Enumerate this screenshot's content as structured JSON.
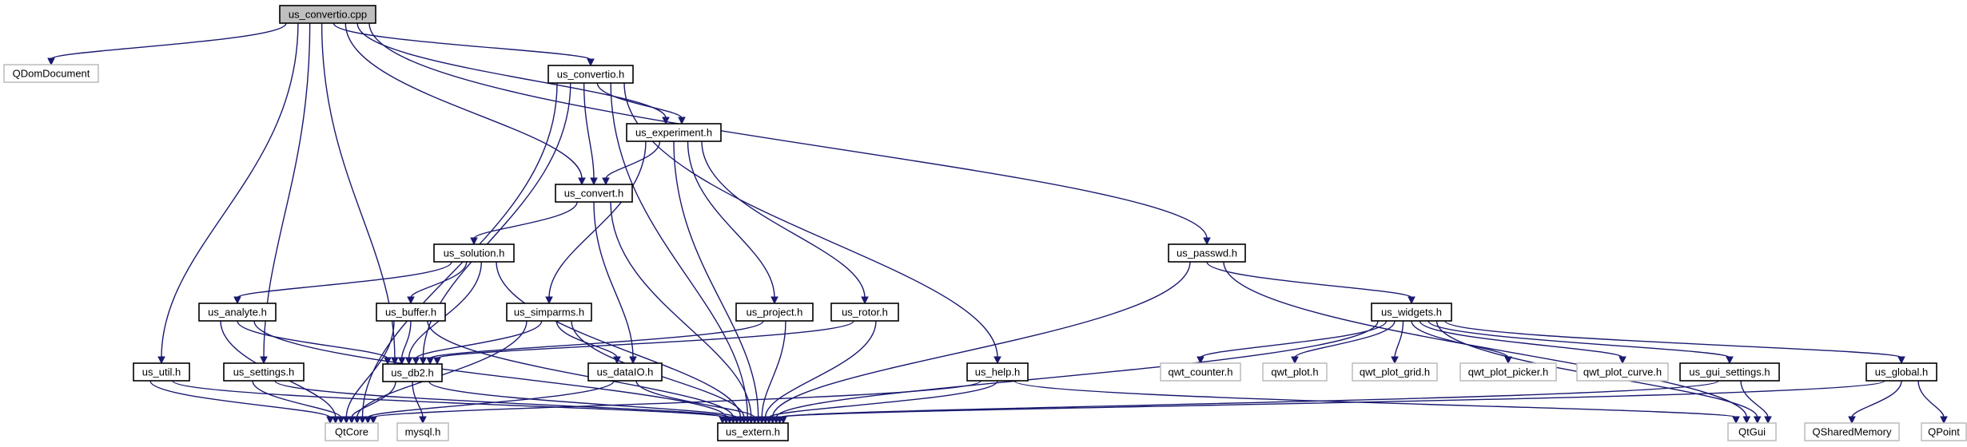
{
  "graph": {
    "edge_color": "#191970",
    "nodes": [
      {
        "id": "us_convertio.cpp",
        "label": "us_convertio.cpp",
        "kind": "root"
      },
      {
        "id": "QDomDocument",
        "label": "QDomDocument",
        "kind": "ext"
      },
      {
        "id": "us_convertio.h",
        "label": "us_convertio.h",
        "kind": "doc"
      },
      {
        "id": "us_experiment.h",
        "label": "us_experiment.h",
        "kind": "doc"
      },
      {
        "id": "us_convert.h",
        "label": "us_convert.h",
        "kind": "doc"
      },
      {
        "id": "us_solution.h",
        "label": "us_solution.h",
        "kind": "doc"
      },
      {
        "id": "us_analyte.h",
        "label": "us_analyte.h",
        "kind": "doc"
      },
      {
        "id": "us_buffer.h",
        "label": "us_buffer.h",
        "kind": "doc"
      },
      {
        "id": "us_simparms.h",
        "label": "us_simparms.h",
        "kind": "doc"
      },
      {
        "id": "us_project.h",
        "label": "us_project.h",
        "kind": "doc"
      },
      {
        "id": "us_rotor.h",
        "label": "us_rotor.h",
        "kind": "doc"
      },
      {
        "id": "us_util.h",
        "label": "us_util.h",
        "kind": "doc"
      },
      {
        "id": "us_settings.h",
        "label": "us_settings.h",
        "kind": "doc"
      },
      {
        "id": "us_db2.h",
        "label": "us_db2.h",
        "kind": "doc"
      },
      {
        "id": "us_dataIO.h",
        "label": "us_dataIO.h",
        "kind": "doc"
      },
      {
        "id": "us_help.h",
        "label": "us_help.h",
        "kind": "doc"
      },
      {
        "id": "QtCore",
        "label": "QtCore",
        "kind": "ext"
      },
      {
        "id": "mysql.h",
        "label": "mysql.h",
        "kind": "ext"
      },
      {
        "id": "us_extern.h",
        "label": "us_extern.h",
        "kind": "doc"
      },
      {
        "id": "us_passwd.h",
        "label": "us_passwd.h",
        "kind": "doc"
      },
      {
        "id": "us_widgets.h",
        "label": "us_widgets.h",
        "kind": "doc"
      },
      {
        "id": "qwt_counter.h",
        "label": "qwt_counter.h",
        "kind": "ext"
      },
      {
        "id": "qwt_plot.h",
        "label": "qwt_plot.h",
        "kind": "ext"
      },
      {
        "id": "qwt_plot_grid.h",
        "label": "qwt_plot_grid.h",
        "kind": "ext"
      },
      {
        "id": "qwt_plot_picker.h",
        "label": "qwt_plot_picker.h",
        "kind": "ext"
      },
      {
        "id": "qwt_plot_curve.h",
        "label": "qwt_plot_curve.h",
        "kind": "ext"
      },
      {
        "id": "us_gui_settings.h",
        "label": "us_gui_settings.h",
        "kind": "doc"
      },
      {
        "id": "us_global.h",
        "label": "us_global.h",
        "kind": "doc"
      },
      {
        "id": "QtGui",
        "label": "QtGui",
        "kind": "ext"
      },
      {
        "id": "QSharedMemory",
        "label": "QSharedMemory",
        "kind": "ext"
      },
      {
        "id": "QPoint",
        "label": "QPoint",
        "kind": "ext"
      }
    ],
    "edges": [
      [
        "us_convertio.cpp",
        "QDomDocument"
      ],
      [
        "us_convertio.cpp",
        "us_convertio.h"
      ],
      [
        "us_convertio.cpp",
        "us_experiment.h"
      ],
      [
        "us_convertio.cpp",
        "us_convert.h"
      ],
      [
        "us_convertio.cpp",
        "us_util.h"
      ],
      [
        "us_convertio.cpp",
        "us_settings.h"
      ],
      [
        "us_convertio.cpp",
        "us_db2.h"
      ],
      [
        "us_convertio.cpp",
        "us_passwd.h"
      ],
      [
        "us_convertio.h",
        "us_experiment.h"
      ],
      [
        "us_convertio.h",
        "us_convert.h"
      ],
      [
        "us_convertio.h",
        "QtCore"
      ],
      [
        "us_convertio.h",
        "us_db2.h"
      ],
      [
        "us_convertio.h",
        "us_help.h"
      ],
      [
        "us_convertio.h",
        "us_extern.h"
      ],
      [
        "us_experiment.h",
        "us_convert.h"
      ],
      [
        "us_experiment.h",
        "us_simparms.h"
      ],
      [
        "us_experiment.h",
        "us_project.h"
      ],
      [
        "us_experiment.h",
        "us_rotor.h"
      ],
      [
        "us_experiment.h",
        "us_extern.h"
      ],
      [
        "us_convert.h",
        "us_solution.h"
      ],
      [
        "us_convert.h",
        "us_dataIO.h"
      ],
      [
        "us_convert.h",
        "us_extern.h"
      ],
      [
        "us_solution.h",
        "us_analyte.h"
      ],
      [
        "us_solution.h",
        "us_buffer.h"
      ],
      [
        "us_solution.h",
        "us_db2.h"
      ],
      [
        "us_solution.h",
        "us_extern.h"
      ],
      [
        "us_analyte.h",
        "us_db2.h"
      ],
      [
        "us_analyte.h",
        "QtCore"
      ],
      [
        "us_analyte.h",
        "us_extern.h"
      ],
      [
        "us_buffer.h",
        "us_db2.h"
      ],
      [
        "us_buffer.h",
        "QtCore"
      ],
      [
        "us_buffer.h",
        "us_extern.h"
      ],
      [
        "us_simparms.h",
        "us_db2.h"
      ],
      [
        "us_simparms.h",
        "us_dataIO.h"
      ],
      [
        "us_simparms.h",
        "QtCore"
      ],
      [
        "us_simparms.h",
        "us_extern.h"
      ],
      [
        "us_project.h",
        "us_db2.h"
      ],
      [
        "us_project.h",
        "us_extern.h"
      ],
      [
        "us_rotor.h",
        "us_db2.h"
      ],
      [
        "us_rotor.h",
        "us_extern.h"
      ],
      [
        "us_util.h",
        "QtCore"
      ],
      [
        "us_util.h",
        "us_extern.h"
      ],
      [
        "us_settings.h",
        "QtCore"
      ],
      [
        "us_settings.h",
        "us_extern.h"
      ],
      [
        "us_db2.h",
        "QtCore"
      ],
      [
        "us_db2.h",
        "mysql.h"
      ],
      [
        "us_db2.h",
        "us_extern.h"
      ],
      [
        "us_dataIO.h",
        "QtCore"
      ],
      [
        "us_dataIO.h",
        "us_extern.h"
      ],
      [
        "us_help.h",
        "QtCore"
      ],
      [
        "us_help.h",
        "QtGui"
      ],
      [
        "us_help.h",
        "us_extern.h"
      ],
      [
        "us_passwd.h",
        "us_widgets.h"
      ],
      [
        "us_passwd.h",
        "QtGui"
      ],
      [
        "us_passwd.h",
        "us_extern.h"
      ],
      [
        "us_widgets.h",
        "qwt_counter.h"
      ],
      [
        "us_widgets.h",
        "qwt_plot.h"
      ],
      [
        "us_widgets.h",
        "qwt_plot_grid.h"
      ],
      [
        "us_widgets.h",
        "qwt_plot_picker.h"
      ],
      [
        "us_widgets.h",
        "qwt_plot_curve.h"
      ],
      [
        "us_widgets.h",
        "us_gui_settings.h"
      ],
      [
        "us_widgets.h",
        "us_global.h"
      ],
      [
        "us_widgets.h",
        "QtGui"
      ],
      [
        "us_widgets.h",
        "us_extern.h"
      ],
      [
        "us_gui_settings.h",
        "QtGui"
      ],
      [
        "us_gui_settings.h",
        "us_extern.h"
      ],
      [
        "us_global.h",
        "QSharedMemory"
      ],
      [
        "us_global.h",
        "QPoint"
      ],
      [
        "us_global.h",
        "us_extern.h"
      ]
    ]
  }
}
